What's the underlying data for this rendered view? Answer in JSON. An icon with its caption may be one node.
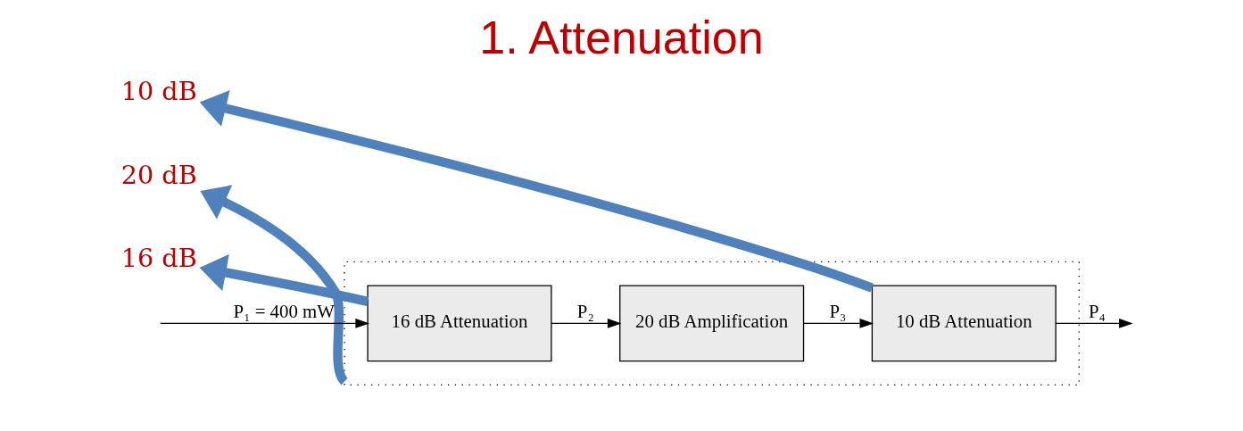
{
  "diagram": {
    "title": "1. Attenuation",
    "nodes": [
      {
        "text": [],
        "shape": "box"
      },
      {
        "text": [
          "16 dB Attenuation"
        ],
        "in": 0
      },
      {
        "text": [
          "20 dB Amplification"
        ],
        "in": 0
      },
      {
        "text": [
          "10 dB Attenuation"
        ],
        "in": 0
      },
      {
        "text": [
          "16 dB"
        ]
      },
      {
        "text": [
          "20 dB"
        ]
      },
      {
        "text": [
          "10 dB"
        ]
      }
    ],
    "edges": [
      {
        "from": null,
        "to": 1,
        "arrow": "to",
        "label": "P₁ = 400 mW"
      },
      {
        "from": 1,
        "to": 2,
        "arrow": "to",
        "label": "P₂"
      },
      {
        "from": 2,
        "to": 3,
        "arrow": "to",
        "label": "P₃"
      },
      {
        "from": 3,
        "to": null,
        "arrow": "to",
        "label": "P₄"
      },
      {
        "from": 1,
        "to": 4,
        "arrow": "to",
        "style": "thick",
        "color": "#4f81bd"
      },
      {
        "from": 0,
        "to": 5,
        "arrow": "to",
        "style": "thick",
        "color": "#4f81bd"
      },
      {
        "from": 3,
        "to": 6,
        "arrow": "to",
        "style": "thick",
        "color": "#4f81bd"
      }
    ]
  }
}
